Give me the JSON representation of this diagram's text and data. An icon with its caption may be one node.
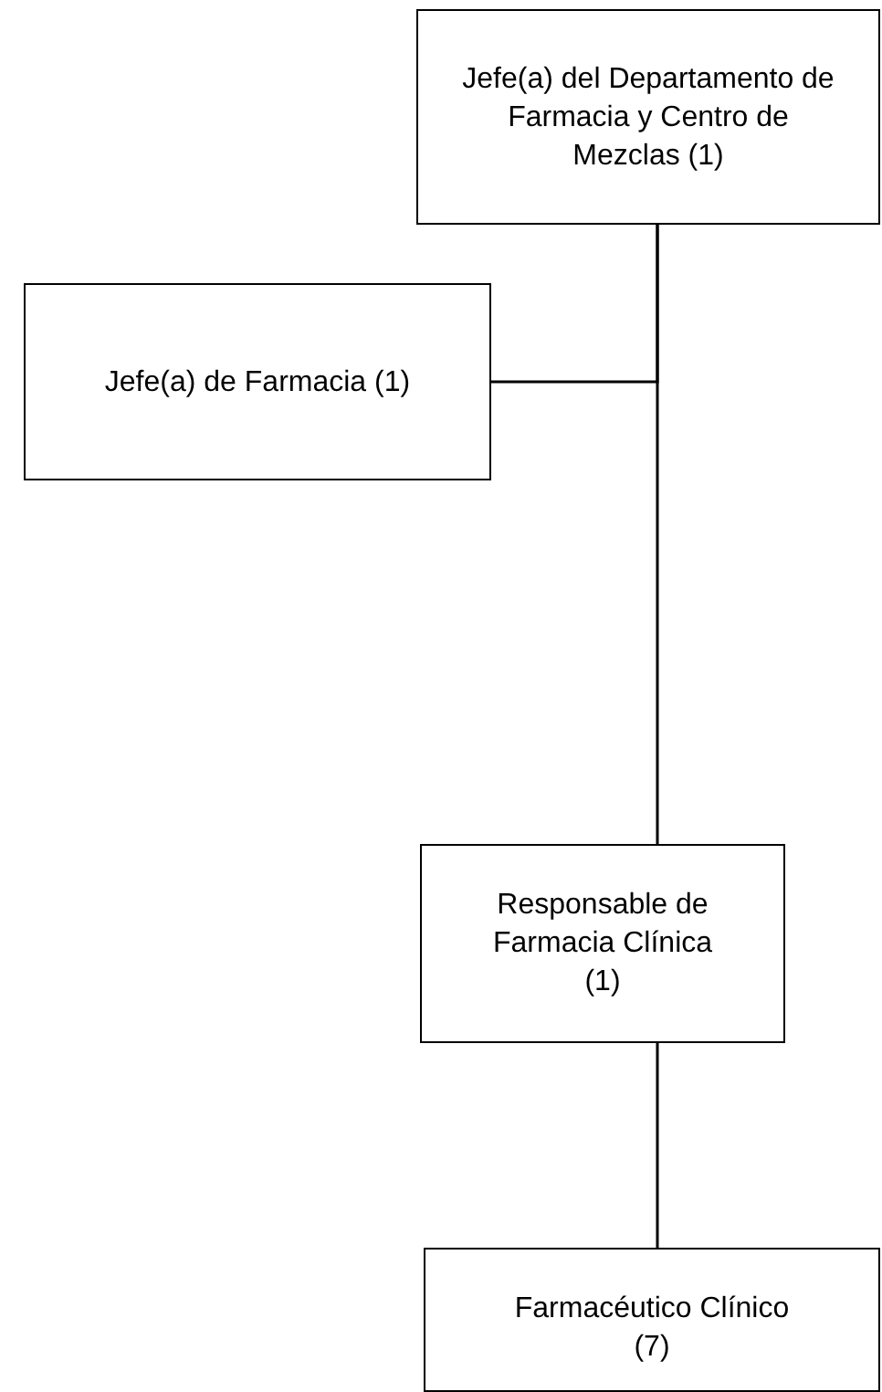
{
  "diagram": {
    "nodes": [
      {
        "text": [
          "Jefe(a) del Departamento de Farmacia y Centro de Mezclas (1)"
        ]
      },
      {
        "text": [
          "Jefe(a) de Farmacia (1)"
        ]
      },
      {
        "text": [
          "Responsable de Farmacia Clínica (1)"
        ]
      },
      {
        "text": [
          "Farmacéutico Clínico (7)"
        ]
      }
    ],
    "edges": [
      {
        "from": 0,
        "to": 1,
        "arrow": "none"
      },
      {
        "from": 0,
        "to": 2,
        "arrow": "none"
      },
      {
        "from": 2,
        "to": 3,
        "arrow": "none"
      }
    ]
  }
}
